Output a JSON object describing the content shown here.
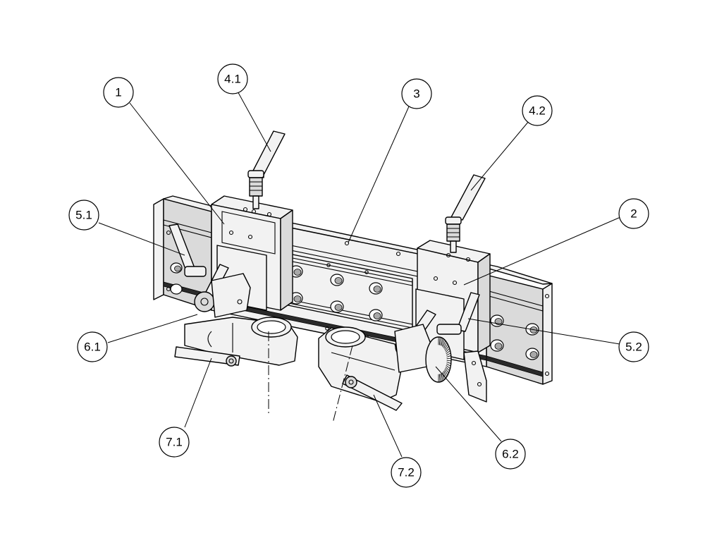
{
  "callouts": [
    {
      "id": "c1",
      "label": "1"
    },
    {
      "id": "c2",
      "label": "2"
    },
    {
      "id": "c3",
      "label": "3"
    },
    {
      "id": "c41",
      "label": "4.1"
    },
    {
      "id": "c42",
      "label": "4.2"
    },
    {
      "id": "c51",
      "label": "5.1"
    },
    {
      "id": "c52",
      "label": "5.2"
    },
    {
      "id": "c61",
      "label": "6.1"
    },
    {
      "id": "c62",
      "label": "6.2"
    },
    {
      "id": "c71",
      "label": "7.1"
    },
    {
      "id": "c72",
      "label": "7.2"
    }
  ],
  "colors": {
    "line": "#000000",
    "fill": "#f2f2f2",
    "shade": "#bdbdbd"
  }
}
